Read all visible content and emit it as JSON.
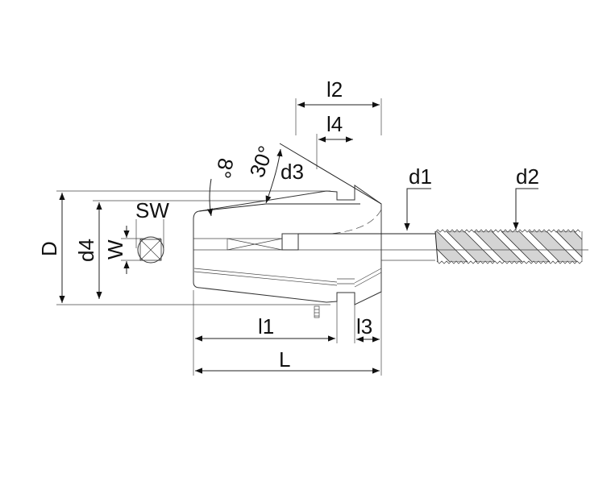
{
  "diagram": {
    "title": "Tap collet dimension drawing",
    "labels": {
      "D": "D",
      "d4": "d4",
      "W": "W",
      "SW": "SW",
      "l1": "l1",
      "L": "L",
      "l3": "l3",
      "l2": "l2",
      "l4": "l4",
      "d3": "d3",
      "d1": "d1",
      "d2": "d2",
      "angle_8": "8°",
      "angle_30": "30°"
    }
  }
}
